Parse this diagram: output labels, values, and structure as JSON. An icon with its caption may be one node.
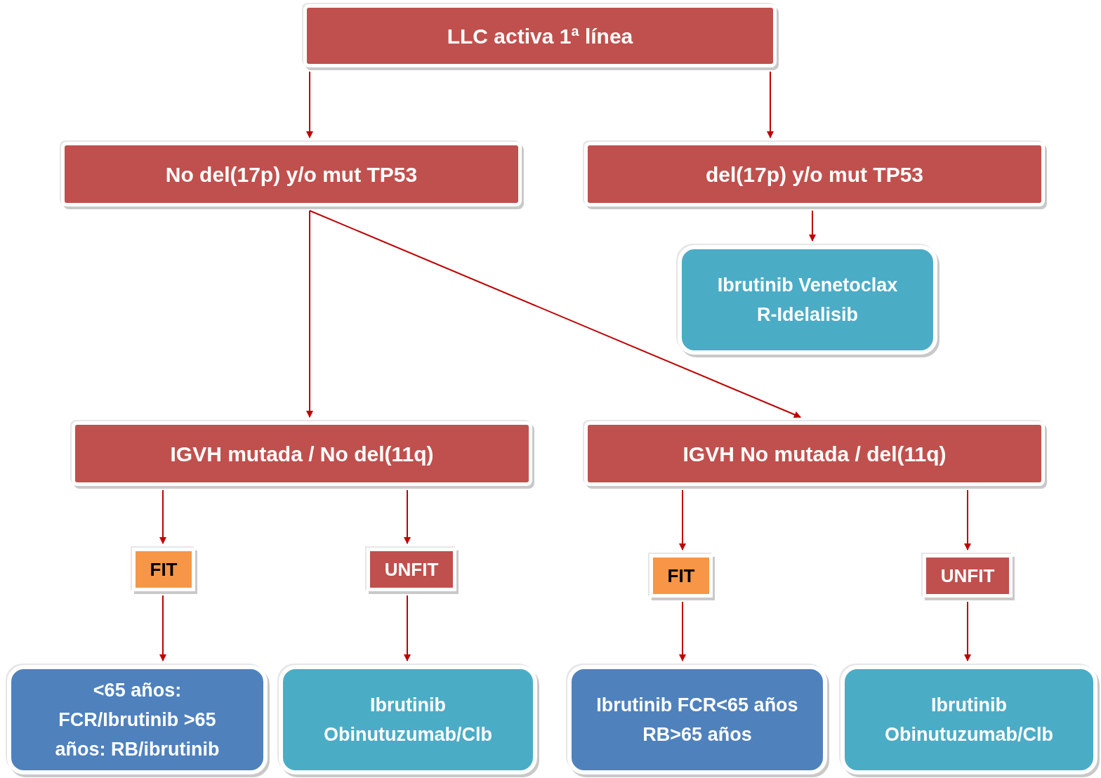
{
  "diagram": {
    "nodes": [
      {
        "text": [
          "LLC activa 1ª línea"
        ]
      },
      {
        "text": [
          "No del(17p) y/o mut TP53"
        ]
      },
      {
        "text": [
          "del(17p) y/o mut TP53"
        ]
      },
      {
        "text": [
          "Ibrutinib Venetoclax R-Idelalisib"
        ]
      },
      {
        "text": [
          "IGVH mutada / No  del(11q)"
        ]
      },
      {
        "text": [
          "IGVH No mutada / del(11q)"
        ]
      },
      {
        "text": [
          "FIT"
        ]
      },
      {
        "text": [
          "UNFIT"
        ]
      },
      {
        "text": [
          "FIT"
        ]
      },
      {
        "text": [
          "UNFIT"
        ]
      },
      {
        "text": [
          "<65 años: FCR/Ibrutinib >65 años: RB/ibrutinib"
        ]
      },
      {
        "text": [
          "Ibrutinib Obinutuzumab/Clb"
        ]
      },
      {
        "text": [
          "Ibrutinib FCR<65 años RB>65 años"
        ]
      },
      {
        "text": [
          "Ibrutinib Obinutuzumab/Clb"
        ]
      }
    ],
    "edges": [
      {
        "from": 0,
        "to": 1,
        "arrow": "to"
      },
      {
        "from": 0,
        "to": 2,
        "arrow": "to"
      },
      {
        "from": 2,
        "to": 3,
        "arrow": "to"
      },
      {
        "from": 1,
        "to": 4,
        "arrow": "to"
      },
      {
        "from": 1,
        "to": 5,
        "arrow": "to"
      },
      {
        "from": 4,
        "to": 6,
        "arrow": "to"
      },
      {
        "from": 4,
        "to": 7,
        "arrow": "to"
      },
      {
        "from": 5,
        "to": 8,
        "arrow": "to"
      },
      {
        "from": 5,
        "to": 9,
        "arrow": "to"
      },
      {
        "from": 6,
        "to": 10,
        "arrow": "to"
      },
      {
        "from": 7,
        "to": 11,
        "arrow": "to"
      },
      {
        "from": 8,
        "to": 12,
        "arrow": "to"
      },
      {
        "from": 9,
        "to": 13,
        "arrow": "to"
      }
    ]
  }
}
